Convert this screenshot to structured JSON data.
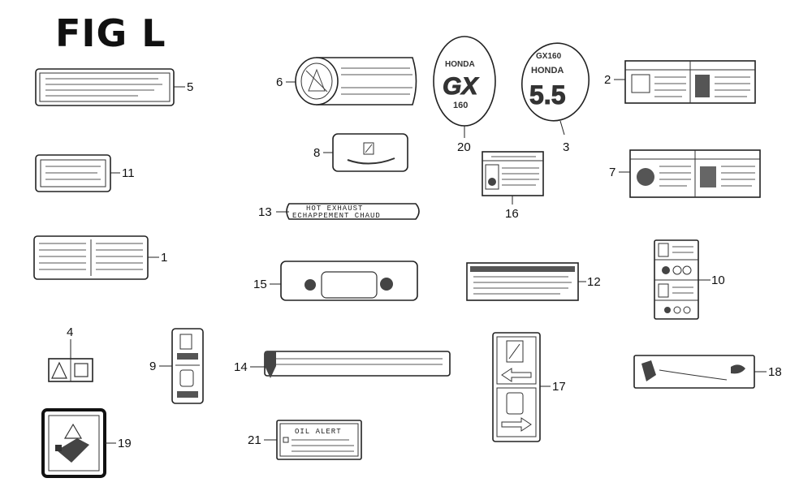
{
  "title": "FIG L",
  "callouts": {
    "c1": "1",
    "c2": "2",
    "c3": "3",
    "c4": "4",
    "c5": "5",
    "c6": "6",
    "c7": "7",
    "c8": "8",
    "c9": "9",
    "c10": "10",
    "c11": "11",
    "c12": "12",
    "c13": "13",
    "c14": "14",
    "c15": "15",
    "c16": "16",
    "c17": "17",
    "c18": "18",
    "c19": "19",
    "c20": "20",
    "c21": "21"
  },
  "label_text": {
    "hot_exhaust_line1": "HOT  EXHAUST",
    "hot_exhaust_line2": "ECHAPPEMENT CHAUD",
    "oil_alert": "OIL ALERT",
    "emblem20_brand": "HONDA",
    "emblem20_model": "GX",
    "emblem20_sub": "160",
    "emblem3_top": "GX160",
    "emblem3_brand": "HONDA",
    "emblem3_model": "5.5"
  }
}
